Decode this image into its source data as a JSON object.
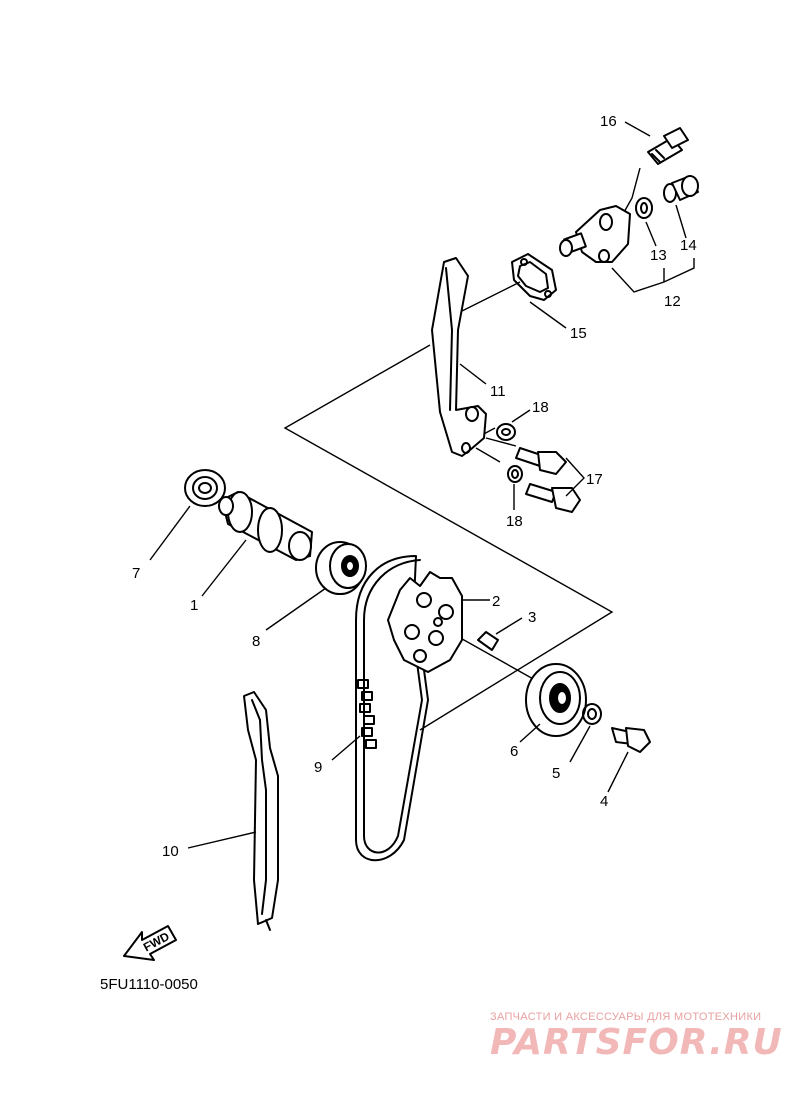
{
  "labels": {
    "p1": "1",
    "p2": "2",
    "p3": "3",
    "p4": "4",
    "p5": "5",
    "p6": "6",
    "p7": "7",
    "p8": "8",
    "p9": "9",
    "p10": "10",
    "p11": "11",
    "p12": "12",
    "p13": "13",
    "p14": "14",
    "p15": "15",
    "p16": "16",
    "p17": "17",
    "p18a": "18",
    "p18b": "18"
  },
  "fwd": "FWD",
  "diagram_code": "5FU1110-0050",
  "watermark": {
    "tagline": "ЗАПЧАСТИ И АКСЕССУАРЫ ДЛЯ МОТОТЕХНИКИ",
    "brand": "PARTSFOR.RU"
  }
}
